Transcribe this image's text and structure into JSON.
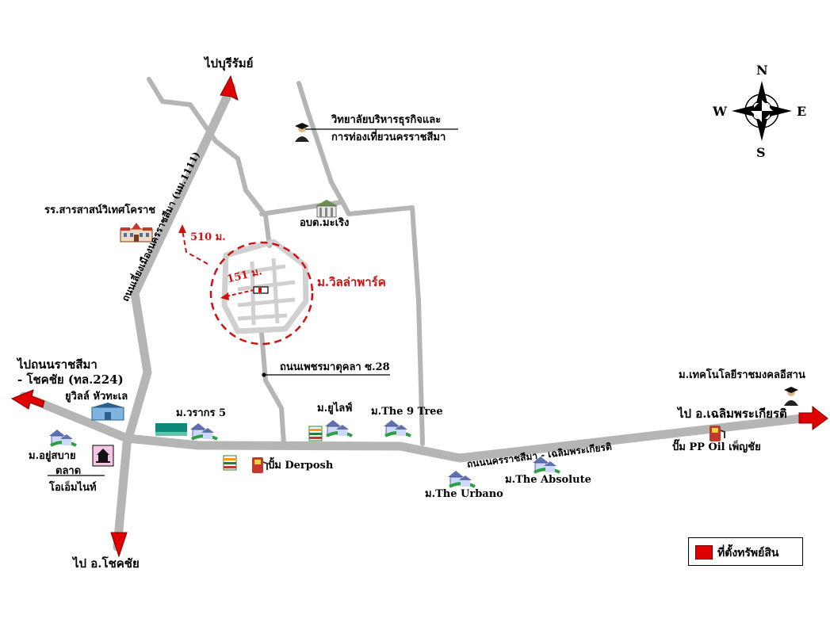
{
  "colors": {
    "road": "#b5b5b5",
    "subdivision": "#d0d0d0",
    "accent_red": "#d01010",
    "arrow_red": "#e00000"
  },
  "directions": {
    "to_buriram": "ไปบุรีรัมย์",
    "to_nakhon_chokchai_1": "ไปถนนราชสีมา",
    "to_nakhon_chokchai_2": "- โชคชัย (ทล.224)",
    "to_chokchai": "ไป อ.โชคชัย",
    "to_chaloem": "ไป อ.เฉลิมพระเกียรติ"
  },
  "roads": {
    "bypass": "ถนนเลี่ยงเมืองนครราชสีมา (นม.1111)",
    "phetmatukhla": "ถนนเพชรมาตุคลา ซ.28",
    "ratchasima_chaloem": "ถนนนครราชสีมา - เฉลิมพระเกียรติ"
  },
  "distances": {
    "d510": "510 ม.",
    "d151": "151 ม."
  },
  "places": {
    "college_1": "วิทยาลัยบริหารธุรกิจและ",
    "college_2": "การท่องเที่ยวนครราชสีมา",
    "school": "รร.สารสาสน์วิเทศโคราช",
    "obt": "อบต.มะเริง",
    "villa_park": "ม.วิลล่าพาร์ค",
    "tech_univ": "ม.เทคโนโลยีราชมงคลอีสาน",
    "pp_oil": "ปั๊ม PP Oil เพ็ญชัย",
    "yuvil": "ยูวิลล์ หัวทะเล",
    "moo_ban_yusabai": "ม.อยู่สบาย",
    "market_1": "ตลาด",
    "market_2": "โอเอ็มไนท์",
    "warakorn": "ม.วรากร 5",
    "ulife": "ม.ยูไลฟ์",
    "nine_tree": "ม.The 9 Tree",
    "derposh": "ปั้ม Derposh",
    "urbano": "ม.The Urbano",
    "absolute": "ม.The Absolute"
  },
  "compass": {
    "n": "N",
    "s": "S",
    "e": "E",
    "w": "W"
  },
  "legend": {
    "label": "ที่ตั้งทรัพย์สิน"
  },
  "icons": [
    "house-icon",
    "school-icon",
    "graduate-icon",
    "government-icon",
    "gas-pump-icon",
    "store-icon",
    "market-icon",
    "compass-icon"
  ]
}
